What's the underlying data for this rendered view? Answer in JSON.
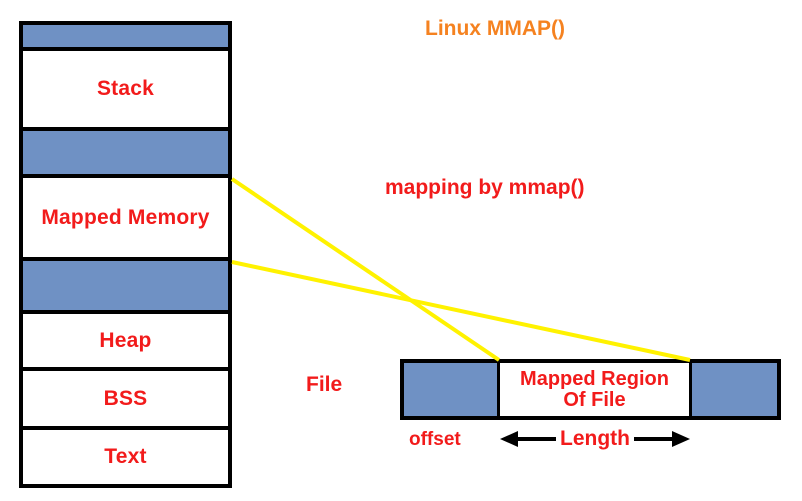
{
  "diagram": {
    "title": "Linux MMAP()",
    "mapping_caption": "mapping by mmap()",
    "file_label": "File",
    "offset_label": "offset",
    "length_label": "Length",
    "colors": {
      "title_orange": "#F58220",
      "label_red": "#F21B1B",
      "block_blue": "#6F91C4",
      "connector_yellow": "#FFF200",
      "outline_black": "#000000",
      "background_white": "#FFFFFF"
    }
  },
  "memory_column": {
    "segments": [
      {
        "id": "gap-top",
        "label": "",
        "kind": "gap"
      },
      {
        "id": "stack",
        "label": "Stack",
        "kind": "region"
      },
      {
        "id": "gap-above-map",
        "label": "",
        "kind": "gap"
      },
      {
        "id": "mapped-memory",
        "label": "Mapped Memory",
        "kind": "region"
      },
      {
        "id": "gap-below-map",
        "label": "",
        "kind": "gap"
      },
      {
        "id": "heap",
        "label": "Heap",
        "kind": "region"
      },
      {
        "id": "bss",
        "label": "BSS",
        "kind": "region"
      },
      {
        "id": "text",
        "label": "Text",
        "kind": "region"
      }
    ]
  },
  "file_bar": {
    "segments": [
      {
        "id": "before-offset",
        "label": "",
        "kind": "unmapped"
      },
      {
        "id": "mapped-region",
        "label": "Mapped Region\nOf File",
        "kind": "mapped"
      },
      {
        "id": "after-length",
        "label": "",
        "kind": "unmapped"
      }
    ],
    "mapped_region_line1": "Mapped Region",
    "mapped_region_line2": "Of File"
  }
}
